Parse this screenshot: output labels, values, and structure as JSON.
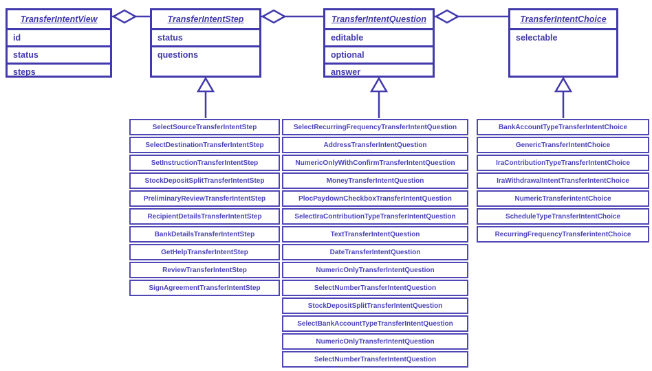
{
  "diagram": {
    "type": "uml-class-diagram",
    "colors": {
      "line": "#4139AC",
      "class_text": "#4139AC",
      "subclass_text": "#4A42BC",
      "background": "#ffffff"
    },
    "classes": [
      {
        "name": "TransferIntentView",
        "attributes": [
          "id",
          "status",
          "steps"
        ]
      },
      {
        "name": "TransferIntentStep",
        "attributes": [
          "status",
          "questions"
        ]
      },
      {
        "name": "TransferIntentQuestion",
        "attributes": [
          "editable",
          "optional",
          "answer"
        ]
      },
      {
        "name": "TransferIntentChoice",
        "attributes": [
          "selectable"
        ]
      }
    ],
    "relations": [
      {
        "from": "TransferIntentView",
        "to": "TransferIntentStep",
        "type": "aggregation"
      },
      {
        "from": "TransferIntentStep",
        "to": "TransferIntentQuestion",
        "type": "aggregation"
      },
      {
        "from": "TransferIntentQuestion",
        "to": "TransferIntentChoice",
        "type": "aggregation"
      }
    ],
    "subclasses": {
      "step": [
        "SelectSourceTransferIntentStep",
        "SelectDestinationTransferIntentStep",
        "SetInstructionTransferIntentStep",
        "StockDepositSplitTransferIntentStep",
        "PreliminaryReviewTransferIntentStep",
        "RecipientDetailsTransferIntentStep",
        "BankDetailsTransferIntentStep",
        "GetHelpTransferIntentStep",
        "ReviewTransferIntentStep",
        "SignAgreementTransferIntentStep"
      ],
      "question": [
        "SelectRecurringFrequencyTransferIntentQuestion",
        "AddressTransferIntentQuestion",
        "NumericOnlyWithConfirmTransferIntentQuestion",
        "MoneyTransferIntentQuestion",
        "PlocPaydownCheckboxTransferIntentQuestion",
        "SelectIraContributionTypeTransferIntentQuestion",
        "TextTransferIntentQuestion",
        "DateTransferIntentQuestion",
        "NumericOnlyTransferIntentQuestion",
        "SelectNumberTransferIntentQuestion",
        "StockDepositSplitTransferIntentQuestion",
        "SelectBankAccountTypeTransferIntentQuestion",
        "NumericOnlyTransferIntentQuestion",
        "SelectNumberTransferIntentQuestion"
      ],
      "choice": [
        "BankAccountTypeTransferIntentChoice",
        "GenericTransferIntentChoice",
        "IraContributionTypeTransferIntentChoice",
        "IraWithdrawalIntentTransferIntentChoice",
        "NumericTransferintentChoice",
        "ScheduleTypeTransferIntentChoice",
        "RecurringFrequencyTransferintentChoice"
      ]
    }
  }
}
